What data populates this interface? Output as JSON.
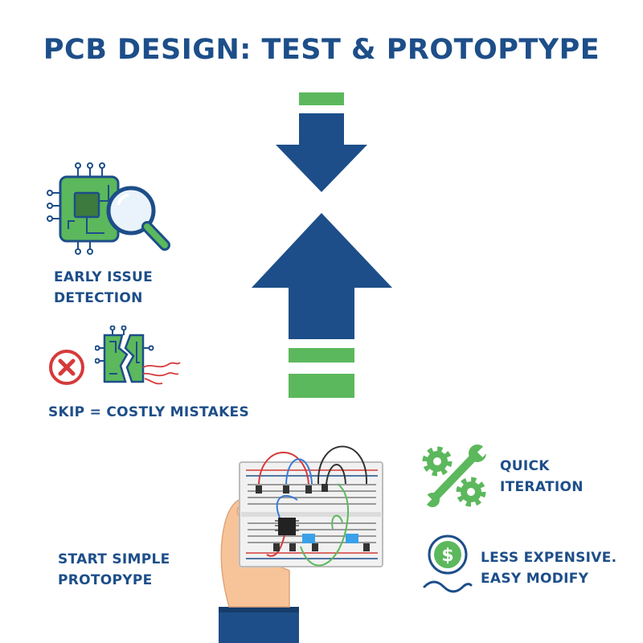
{
  "title": "PCB DESIGN: TEST & PROTOPTYPE",
  "colors": {
    "navy": "#1d4e89",
    "green": "#5cb85c",
    "dark_green": "#3d7a3d",
    "red": "#d63a3a"
  },
  "icons": {
    "arrow_down": "arrow-down-icon",
    "arrow_up": "arrow-up-icon",
    "inspect": "circuit-board-magnifier-icon",
    "error": "error-x-icon",
    "broken": "broken-circuit-board-icon",
    "tools": "gears-wrench-icon",
    "cost": "dollar-coin-icon",
    "prototype": "breadboard-hand-icon"
  },
  "sections": {
    "early": {
      "line1": "EARLY ISSUE",
      "line2": "DETECTION"
    },
    "skip": {
      "text": "SKIP = COSTLY MISTAKES"
    },
    "quick": {
      "line1": "QUICK",
      "line2": "ITERATION"
    },
    "cost": {
      "line1": "LESS EXPENSIVE.",
      "line2": "EASY MODIFY"
    },
    "prototype": {
      "line1": "START SIMPLE",
      "line2": "PROTOPYPE"
    }
  }
}
